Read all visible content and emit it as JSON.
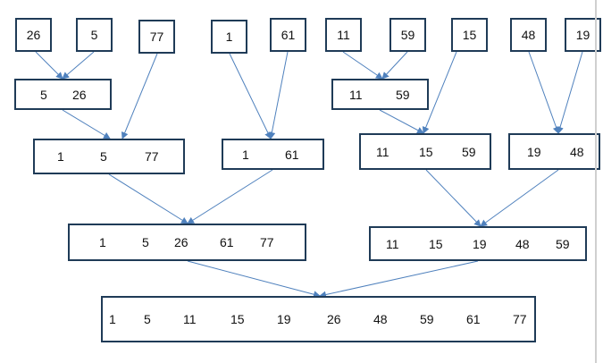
{
  "diagram": {
    "leaves": [
      "26",
      "5",
      "77",
      "1",
      "61",
      "11",
      "59",
      "15",
      "48",
      "19"
    ],
    "level1": [
      [
        "5",
        "26"
      ],
      [
        "11",
        "59"
      ]
    ],
    "level2": [
      [
        "1",
        "5",
        "77"
      ],
      [
        "1",
        "61"
      ],
      [
        "11",
        "15",
        "59"
      ],
      [
        "19",
        "48"
      ]
    ],
    "level3": [
      [
        "1",
        "5",
        "26",
        "61",
        "77"
      ],
      [
        "11",
        "15",
        "19",
        "48",
        "59"
      ]
    ],
    "level4": [
      [
        "1",
        "5",
        "11",
        "15",
        "19",
        "26",
        "48",
        "59",
        "61",
        "77"
      ]
    ],
    "colors": {
      "box_border": "#1f3b57",
      "arrow": "#4f81bd"
    }
  }
}
